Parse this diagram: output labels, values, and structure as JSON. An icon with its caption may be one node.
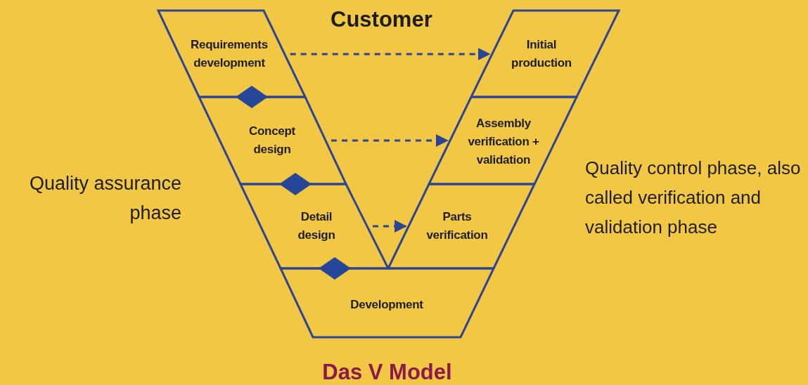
{
  "diagram": {
    "caption": "Das V Model",
    "nodes": [
      {
        "text": [
          "Requirements development"
        ]
      },
      {
        "text": [
          "Concept design"
        ]
      },
      {
        "text": [
          "Detail design"
        ]
      },
      {
        "text": [
          "Development"
        ]
      },
      {
        "text": [
          "Initial production"
        ]
      },
      {
        "text": [
          "Assembly verification + validation"
        ]
      },
      {
        "text": [
          "Parts verification"
        ]
      }
    ],
    "edges": [
      {
        "from": 0,
        "to": 4,
        "arrow": "to",
        "style": "dashed"
      },
      {
        "from": 1,
        "to": 5,
        "arrow": "to",
        "style": "dashed"
      },
      {
        "from": 2,
        "to": 6,
        "arrow": "to",
        "style": "dashed"
      }
    ],
    "labels": [
      "Customer",
      "Quality assurance phase",
      "Quality control phase, also called verification and validation phase"
    ]
  }
}
